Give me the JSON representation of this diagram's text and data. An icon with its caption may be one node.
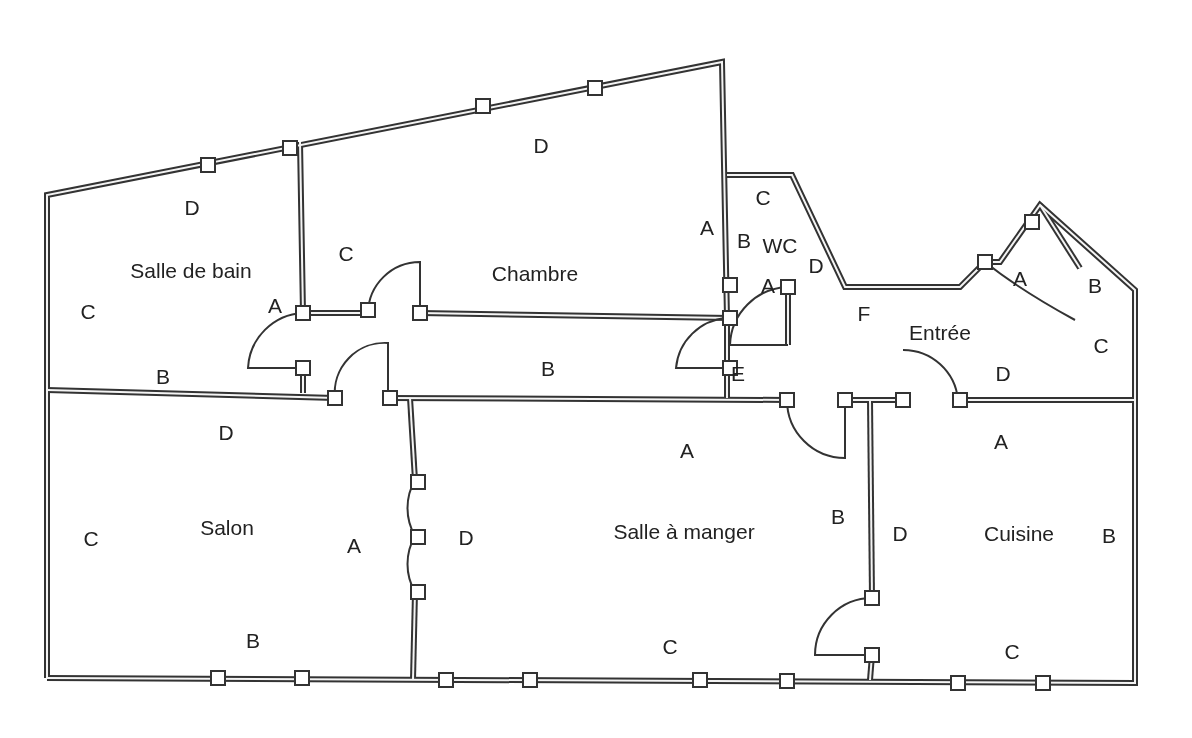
{
  "diagram": {
    "nodes": [
      {
        "text": [
          "Chambre"
        ]
      },
      {
        "text": [
          "WC"
        ]
      },
      {
        "text": [
          "Salle de bain"
        ]
      },
      {
        "text": [
          "Entrée"
        ]
      },
      {
        "text": [
          "Salon"
        ]
      },
      {
        "text": [
          "Salle à manger"
        ]
      },
      {
        "text": [
          "Cuisine"
        ]
      }
    ],
    "labels": [
      "D",
      "D",
      "C",
      "A",
      "B",
      "C",
      "D",
      "A",
      "A",
      "B",
      "C",
      "A",
      "F",
      "C",
      "B",
      "B",
      "E",
      "D",
      "D",
      "A",
      "A",
      "C",
      "A",
      "D",
      "B",
      "D",
      "B",
      "B",
      "C",
      "C"
    ]
  }
}
